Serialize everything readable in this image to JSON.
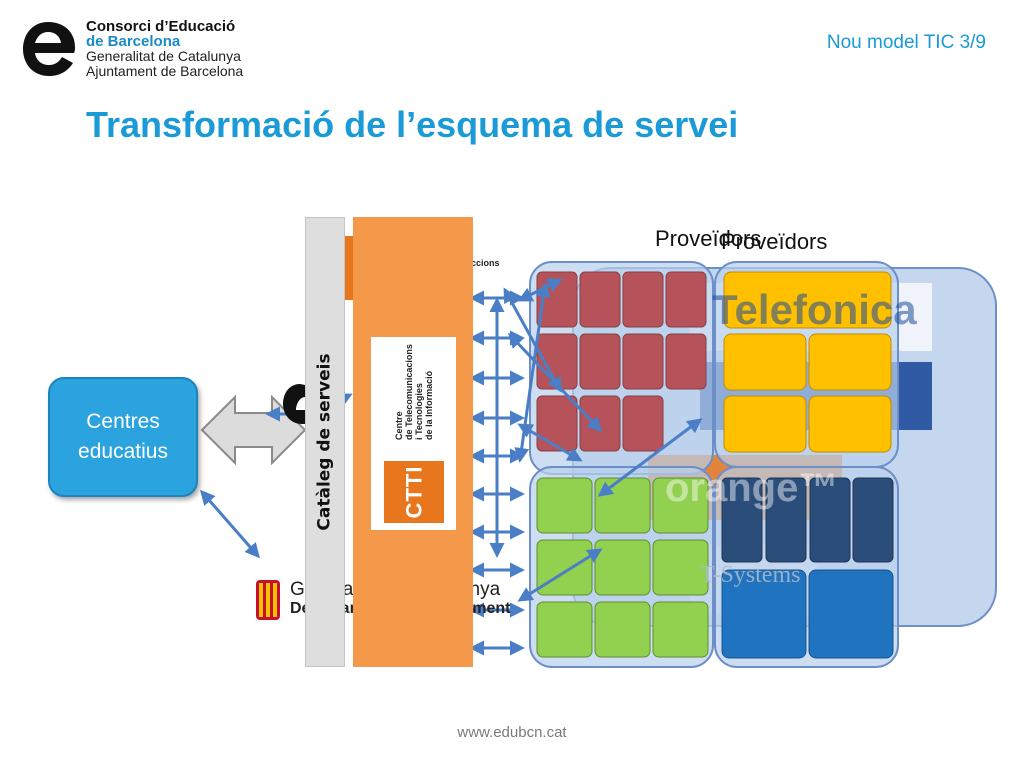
{
  "header": {
    "logo_line1": "Consorci d’Educació",
    "logo_line2": "de Barcelona",
    "logo_line3": "Generalitat de Catalunya",
    "logo_line4": "Ajuntament de Barcelona",
    "slide_tag": "Nou model TIC 3/9",
    "title": "Transformació de l’esquema de servei"
  },
  "diagram": {
    "centres": {
      "line1": "Centres",
      "line2": "educatius"
    },
    "cataleg": "Catàleg de serveis",
    "ctti": {
      "text_line1": "Centre",
      "text_line2": "de Telecomunicacions",
      "text_line3": "i Tecnologies",
      "text_line4": "de la Informació",
      "logo": "CTTI",
      "telecom_fragment": "ccions"
    },
    "providers": {
      "label_a": "Proveïdors",
      "label_b": "Proveïdors",
      "brand_telefonica": "Telefonica",
      "brand_orange": "orange™",
      "brand_tsystems": "T-Systems"
    },
    "gencat": {
      "line1": "Generalitat de Catalunya",
      "line2": "Departament d’Ensenyament"
    },
    "colors": {
      "accent_blue": "#1a9ad6",
      "ctti_orange": "#f4994a",
      "tile_red": "#b5525a",
      "tile_yellow": "#ffc000",
      "tile_green": "#92d050",
      "tile_navy": "#2a4d7a",
      "tile_blue": "#1f73bf",
      "arrow_blue": "#4a7ec6",
      "group_fill": "#b8d0ec"
    }
  },
  "footer": {
    "url": "www.edubcn.cat"
  }
}
